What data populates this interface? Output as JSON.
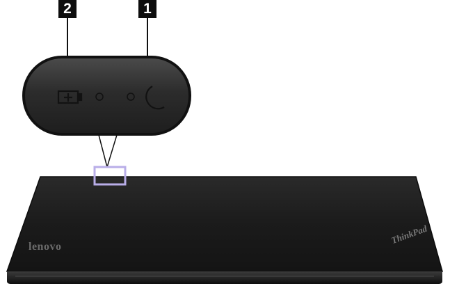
{
  "callouts": [
    {
      "number": "2",
      "meaning": ""
    },
    {
      "number": "1",
      "meaning": ""
    }
  ],
  "indicators": {
    "battery_icon": "battery-status-icon",
    "sleep_icon": "sleep-moon-icon"
  },
  "laptop": {
    "brand_logo": "lenovo",
    "model_logo": "ThinkPad"
  },
  "colors": {
    "lid": "#1c1c1c",
    "callout_pill": "#2f2f2f",
    "highlight": "#b9aee8",
    "label_box": "#0d0d0d"
  }
}
